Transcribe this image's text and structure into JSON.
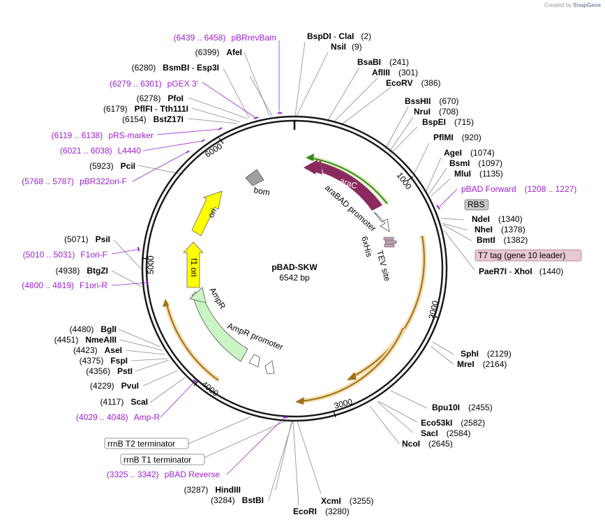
{
  "watermark": {
    "prefix": "Created by",
    "brand": "SnapGene"
  },
  "plasmid": {
    "name": "pBAD-SKW",
    "length": "6542 bp"
  },
  "ticks": [
    "1000",
    "2000",
    "3000",
    "4000",
    "5000",
    "6000"
  ],
  "features": {
    "araC": "araC",
    "araBAD_promoter": "araBAD promoter",
    "TEV_site": "TEV site",
    "his_tag": "6xHis",
    "bom": "bom",
    "ori": "ori",
    "f1_ori": "f1 ori",
    "AmpR": "AmpR",
    "AmpR_promoter": "AmpR promoter"
  },
  "boxed_labels": {
    "RBS": "RBS",
    "T7_tag": "T7 tag (gene 10 leader)",
    "rrnB_T2": "rrnB T2 terminator",
    "rrnB_T1": "rrnB T1 terminator"
  },
  "enzymes": [
    {
      "name": "BspDI",
      "name2": "ClaI",
      "pos": "(2)"
    },
    {
      "name": "NsiI",
      "pos": "(9)"
    },
    {
      "name": "BsaBI",
      "pos": "(241)"
    },
    {
      "name": "AflIII",
      "pos": "(301)"
    },
    {
      "name": "EcoRV",
      "pos": "(386)"
    },
    {
      "name": "BssHII",
      "pos": "(670)"
    },
    {
      "name": "NruI",
      "pos": "(708)"
    },
    {
      "name": "BspEI",
      "pos": "(715)"
    },
    {
      "name": "PflMI",
      "pos": "(920)"
    },
    {
      "name": "AgeI",
      "pos": "(1074)"
    },
    {
      "name": "BsmI",
      "pos": "(1097)"
    },
    {
      "name": "MluI",
      "pos": "(1135)"
    },
    {
      "name": "NdeI",
      "pos": "(1340)"
    },
    {
      "name": "NheI",
      "pos": "(1378)"
    },
    {
      "name": "BmtI",
      "pos": "(1382)"
    },
    {
      "name": "PaeR7I",
      "name2": "XhoI",
      "pos": "(1440)"
    },
    {
      "name": "SphI",
      "pos": "(2129)"
    },
    {
      "name": "MreI",
      "pos": "(2164)"
    },
    {
      "name": "Bpu10I",
      "pos": "(2455)"
    },
    {
      "name": "Eco53kI",
      "pos": "(2582)"
    },
    {
      "name": "SacI",
      "pos": "(2584)"
    },
    {
      "name": "NcoI",
      "pos": "(2645)"
    },
    {
      "name": "XcmI",
      "pos": "(3255)"
    },
    {
      "name": "EcoRI",
      "pos": "(3280)"
    },
    {
      "name": "HindIII",
      "pos": "(3287)"
    },
    {
      "name": "BstBI",
      "pos": "(3284)"
    },
    {
      "name": "ScaI",
      "pos": "(4117)"
    },
    {
      "name": "PvuI",
      "pos": "(4229)"
    },
    {
      "name": "PstI",
      "pos": "(4356)"
    },
    {
      "name": "FspI",
      "pos": "(4375)"
    },
    {
      "name": "AseI",
      "pos": "(4423)"
    },
    {
      "name": "NmeAIII",
      "pos": "(4451)"
    },
    {
      "name": "BglI",
      "pos": "(4480)"
    },
    {
      "name": "BtgZI",
      "pos": "(4938)"
    },
    {
      "name": "PsiI",
      "pos": "(5071)"
    },
    {
      "name": "PciI",
      "pos": "(5923)"
    },
    {
      "name": "BstZ17I",
      "pos": "(6154)"
    },
    {
      "name": "PflFI",
      "name2": "Tth111I",
      "pos": "(6179)"
    },
    {
      "name": "PfoI",
      "pos": "(6278)"
    },
    {
      "name": "BsmBI",
      "name2": "Esp3I",
      "pos": "(6280)"
    },
    {
      "name": "AfeI",
      "pos": "(6399)"
    }
  ],
  "primers": [
    {
      "range": "(6439 .. 6458)",
      "name": "pBRrevBam"
    },
    {
      "range": "(6279 .. 6301)",
      "name": "pGEX 3'"
    },
    {
      "range": "(6119 .. 6138)",
      "name": "pRS-marker"
    },
    {
      "range": "(6021 .. 6038)",
      "name": "L4440"
    },
    {
      "range": "(5768 .. 5787)",
      "name": "pBR322ori-F"
    },
    {
      "range": "(5010 .. 5031)",
      "name": "F1ori-F"
    },
    {
      "range": "(4800 .. 4819)",
      "name": "F1ori-R"
    },
    {
      "range": "(4029 .. 4048)",
      "name": "Amp-R"
    },
    {
      "range": "(3325 .. 3342)",
      "name": "pBAD Reverse"
    },
    {
      "name": "pBAD Forward",
      "range": "(1208 .. 1227)"
    }
  ],
  "colors": {
    "backbone": "#1a1a1a",
    "araC": "#8b2a5e",
    "ori": "#ffff00",
    "AmpR": "#c9f5c4",
    "bom": "#a0a0a0",
    "primer": "#a020d0",
    "orf_orange": "#e0a030",
    "orf_green": "#8fd26a"
  }
}
